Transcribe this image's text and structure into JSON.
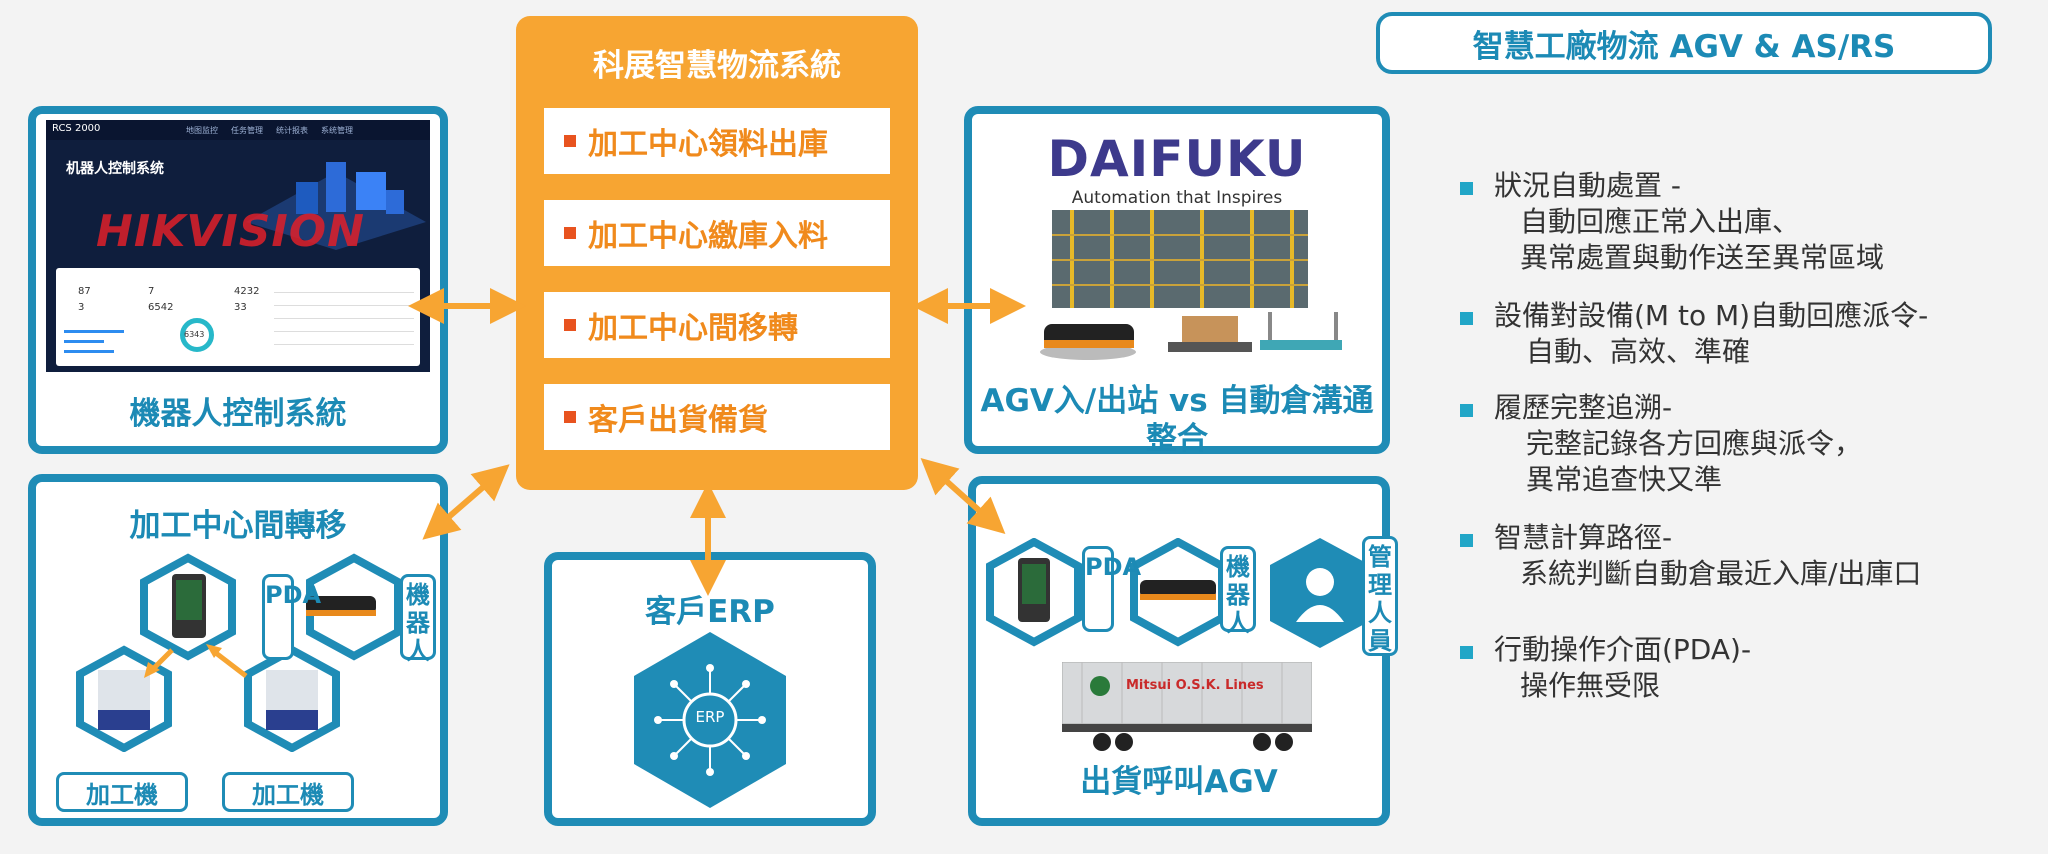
{
  "main_title": "智慧工廠物流 AGV & AS/RS",
  "center": {
    "title": "科展智慧物流系統",
    "items": [
      "加工中心領料出庫",
      "加工中心繳庫入料",
      "加工中心間移轉",
      "客戶出貨備貨"
    ]
  },
  "robot_panel": {
    "title": "機器人控制系統",
    "screen_app": "RCS 2000",
    "screen_heading": "机器人控制系统",
    "screen_nav": [
      "地图监控",
      "任务管理",
      "统计报表",
      "系统管理"
    ],
    "screen_stats": [
      "87",
      "7",
      "4232",
      "3",
      "6542",
      "33"
    ],
    "screen_donut": "6343",
    "brand": "HIKVISION"
  },
  "daifuku_panel": {
    "logo": "DAIFUKU",
    "tagline": "Automation that Inspires",
    "title_line1": "AGV入/出站 vs 自動倉溝通",
    "title_line2": "整合"
  },
  "machining_panel": {
    "title": "加工中心間轉移",
    "tag_pda": "PDA",
    "tag_robot": "機器人",
    "machine1": "加工機",
    "machine2": "加工機"
  },
  "erp_panel": {
    "title": "客戶ERP",
    "icon_label": "ERP"
  },
  "shipping_panel": {
    "title": "出貨呼叫AGV",
    "tag_pda": "PDA",
    "tag_robot": "機器人",
    "tag_manager": "管理人員",
    "container_text": "Mitsui O.S.K. Lines"
  },
  "bullets": [
    {
      "head": "狀況自動處置 -",
      "sub": [
        "自動回應正常入出庫、",
        "異常處置與動作送至異常區域"
      ]
    },
    {
      "head": "設備對設備(M to M)自動回應派令-",
      "sub": [
        "自動、高效、準確"
      ]
    },
    {
      "head": "履歷完整追溯-",
      "sub": [
        "完整記錄各方回應與派令，",
        "異常追查快又準"
      ]
    },
    {
      "head": "智慧計算路徑-",
      "sub": [
        "系統判斷自動倉最近入庫/出庫口"
      ]
    },
    {
      "head": "行動操作介面(PDA)-",
      "sub": [
        "操作無受限"
      ]
    }
  ],
  "colors": {
    "accent_blue": "#1f8cb6",
    "orange": "#f7a532",
    "bullet": "#21a6c7"
  }
}
